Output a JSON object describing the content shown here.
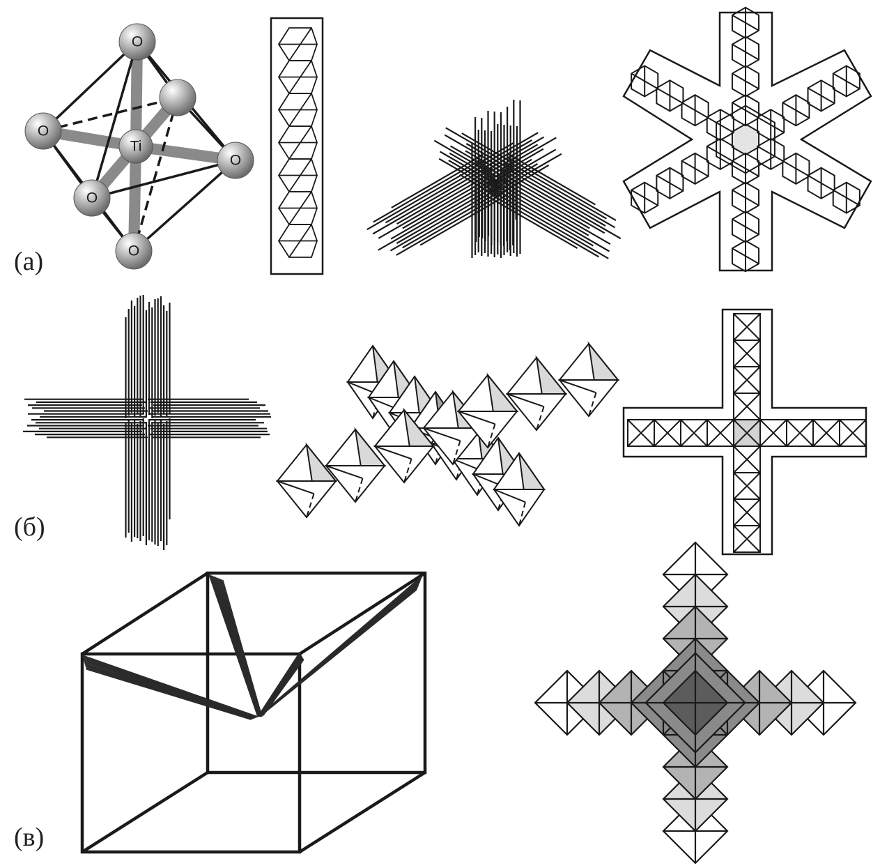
{
  "panels": [
    {
      "label": "(а)"
    },
    {
      "label": "(б)"
    },
    {
      "label": "(в)"
    }
  ],
  "octahedron": {
    "center_atom": "Ti",
    "vertex_atom": "O"
  },
  "colors": {
    "line": "#1a1a1a",
    "light_face": "#d9d9d9",
    "mid_face": "#a6a6a6",
    "dark_face": "#6e6e6e",
    "bond": "#8a8a8a"
  }
}
